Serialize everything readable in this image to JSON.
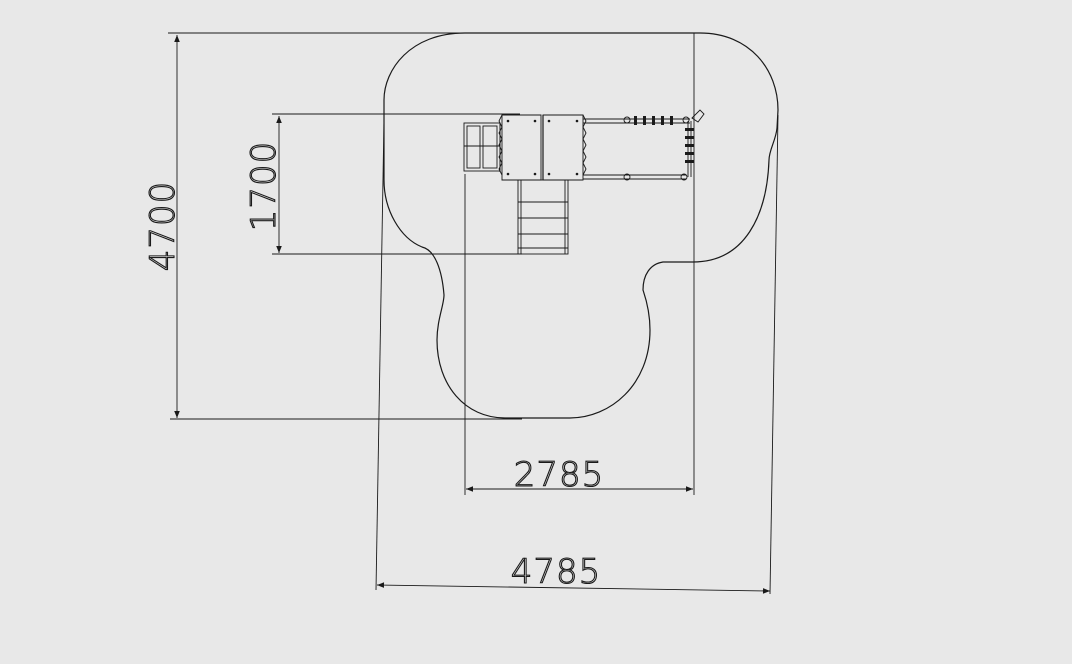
{
  "drawing": {
    "background": "#e8e8e8",
    "line_color": "#1a1a1a"
  },
  "dimensions": {
    "overall_height": "4700",
    "equipment_depth": "1700",
    "equipment_width": "2785",
    "overall_width": "4785"
  }
}
